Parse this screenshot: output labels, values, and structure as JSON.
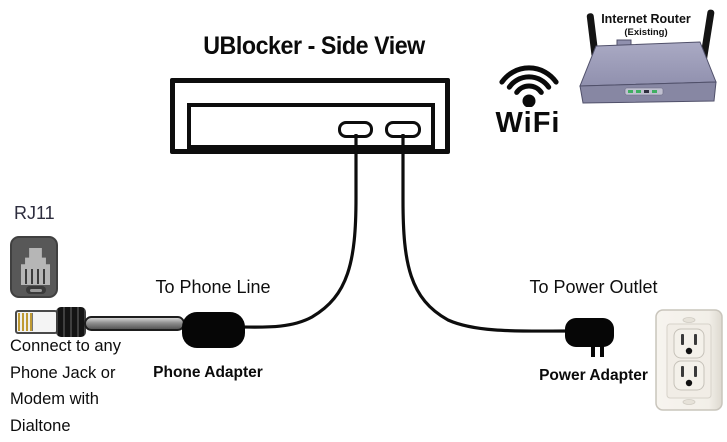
{
  "title": "UBlocker - Side View",
  "wifi": {
    "label": "WiFi"
  },
  "router": {
    "label": "Internet Router",
    "sublabel": "(Existing)"
  },
  "phone_side": {
    "jack_label": "RJ11",
    "line_label": "To Phone Line",
    "adapter_label": "Phone Adapter",
    "note_lines": [
      "Connect to any",
      "Phone Jack or",
      "Modem with",
      "Dialtone"
    ]
  },
  "power_side": {
    "outlet_label": "To Power Outlet",
    "adapter_label": "Power Adapter"
  },
  "colors": {
    "diagram_line": "#0d0d0d",
    "router_top": "#9a9ab6",
    "router_front": "#8787a3",
    "outlet_plate": "#f5f2ec",
    "jack_gray": "#585858",
    "cord_gray": "#8f8f8f",
    "rj11_text": "#2d2d3e"
  }
}
